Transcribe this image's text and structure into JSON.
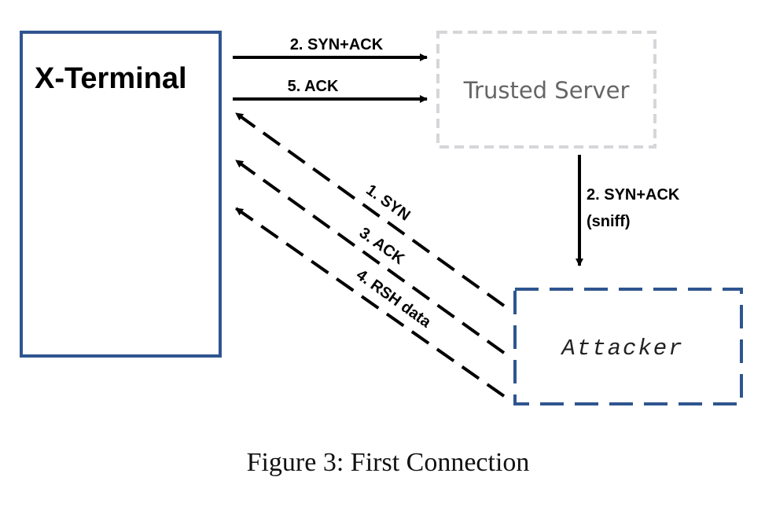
{
  "diagram": {
    "nodes": {
      "x_terminal": {
        "label": "X-Terminal",
        "border_color": "#2f5590"
      },
      "trusted_server": {
        "label": "Trusted Server",
        "border_color": "#d4d6d9"
      },
      "attacker": {
        "label": "Attacker",
        "border_color": "#2f5590"
      }
    },
    "edges": {
      "syn_ack_to_server": "2. SYN+ACK",
      "ack_to_server": "5. ACK",
      "sniff_line1": "2. SYN+ACK",
      "sniff_line2": "(sniff)",
      "syn": "1. SYN",
      "ack": "3. ACK",
      "rsh": "4. RSH data"
    }
  },
  "caption": "Figure 3: First Connection"
}
